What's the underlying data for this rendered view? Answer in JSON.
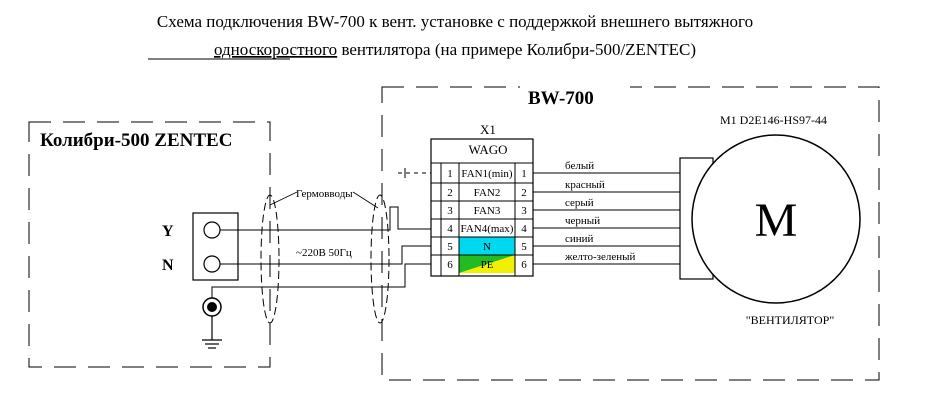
{
  "title": {
    "line1": "Схема подключения BW-700 к вент. установке с поддержкой внешнего вытяжного",
    "line2_underlined": "односкоростного",
    "line2_rest": " вентилятора (на примере Колибри-500/ZENTEC)"
  },
  "left_unit": {
    "label": "Колибри-500 ZENTEC",
    "terminal_y": "Y",
    "terminal_n": "N"
  },
  "bw700": {
    "label": "BW-700"
  },
  "glands": {
    "label": "Гермовводы",
    "cable_label": "~220В  50Гц"
  },
  "block": {
    "ref": "X1",
    "type": "WAGO",
    "rows": [
      {
        "num": "1",
        "name": "FAN1(min)",
        "out": "1",
        "wire": "белый"
      },
      {
        "num": "2",
        "name": "FAN2",
        "out": "2",
        "wire": "красный"
      },
      {
        "num": "3",
        "name": "FAN3",
        "out": "3",
        "wire": "серый"
      },
      {
        "num": "4",
        "name": "FAN4(max)",
        "out": "4",
        "wire": "черный"
      },
      {
        "num": "5",
        "name": "N",
        "out": "5",
        "wire": "синий"
      },
      {
        "num": "6",
        "name": "PE",
        "out": "6",
        "wire": "желто-зеленый"
      }
    ]
  },
  "motor": {
    "ref": "M1 D2E146-HS97-44",
    "symbol": "M",
    "caption": "\"ВЕНТИЛЯТОР\""
  },
  "colors": {
    "n_cell": "#00d8f0",
    "pe_green": "#22bb22",
    "pe_yellow": "#f0f000"
  }
}
